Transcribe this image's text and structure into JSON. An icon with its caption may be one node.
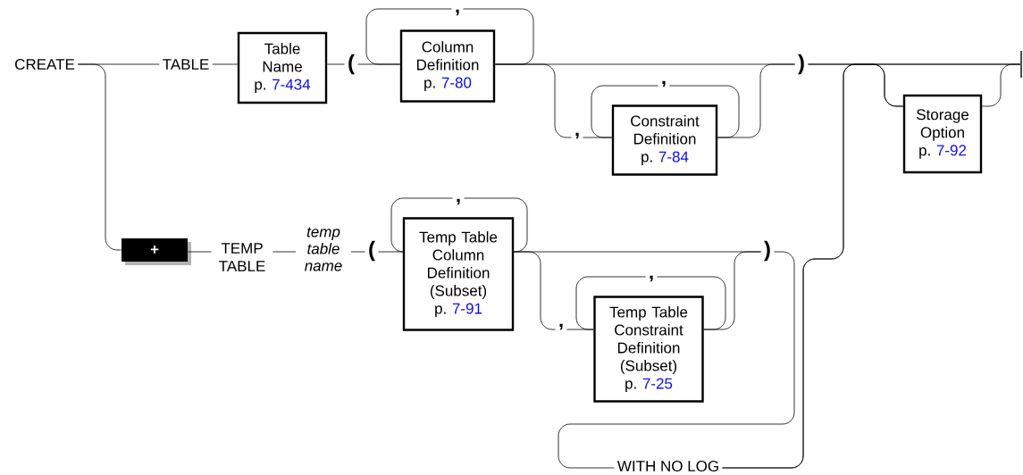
{
  "diagram": {
    "nodes": [
      {
        "text": [
          "CREATE"
        ]
      },
      {
        "text": [
          "TABLE"
        ]
      },
      {
        "text": [
          "Table Name",
          "p.",
          "7-434"
        ]
      },
      {
        "text": [
          "("
        ]
      },
      {
        "text": [
          "Column Definition",
          "p.",
          "7-80"
        ]
      },
      {
        "text": [
          ","
        ]
      },
      {
        "text": [
          ","
        ]
      },
      {
        "text": [
          ","
        ]
      },
      {
        "text": [
          "Constraint Definition",
          "p.",
          "7-84"
        ]
      },
      {
        "text": [
          ")"
        ]
      },
      {
        "text": [
          "Storage Option",
          "p.",
          "7-92"
        ]
      },
      {
        "text": [],
        "shape": "bar"
      },
      {
        "text": [
          "+"
        ]
      },
      {
        "text": [
          "TEMP TABLE"
        ]
      },
      {
        "text": [
          "temp table name"
        ]
      },
      {
        "text": [
          "("
        ]
      },
      {
        "text": [
          ","
        ]
      },
      {
        "text": [
          "Temp Table Column Definition (Subset)",
          "p.",
          "7-91"
        ]
      },
      {
        "text": [
          ","
        ]
      },
      {
        "text": [
          ","
        ]
      },
      {
        "text": [
          "Temp Table Constraint Definition (Subset)",
          "p.",
          "7-25"
        ]
      },
      {
        "text": [
          ")"
        ]
      },
      {
        "text": [
          "WITH NO LOG"
        ]
      }
    ],
    "edges": [
      {
        "from": 0,
        "to": 1,
        "arrow": "none"
      },
      {
        "from": 0,
        "to": 12,
        "arrow": "none"
      },
      {
        "from": 1,
        "to": 2,
        "arrow": "none"
      },
      {
        "from": 2,
        "to": 3,
        "arrow": "none"
      },
      {
        "from": 3,
        "to": 4,
        "arrow": "none"
      },
      {
        "from": 4,
        "to": 5,
        "arrow": "none"
      },
      {
        "from": 5,
        "to": 4,
        "arrow": "none"
      },
      {
        "from": 4,
        "to": 9,
        "arrow": "none"
      },
      {
        "from": 4,
        "to": 6,
        "arrow": "none"
      },
      {
        "from": 6,
        "to": 8,
        "arrow": "none"
      },
      {
        "from": 8,
        "to": 7,
        "arrow": "none"
      },
      {
        "from": 7,
        "to": 8,
        "arrow": "none"
      },
      {
        "from": 8,
        "to": 9,
        "arrow": "none"
      },
      {
        "from": 9,
        "to": 10,
        "arrow": "none"
      },
      {
        "from": 10,
        "to": 11,
        "arrow": "none"
      },
      {
        "from": 9,
        "to": 11,
        "arrow": "none"
      },
      {
        "from": 12,
        "to": 13,
        "arrow": "none"
      },
      {
        "from": 13,
        "to": 14,
        "arrow": "none"
      },
      {
        "from": 14,
        "to": 15,
        "arrow": "none"
      },
      {
        "from": 15,
        "to": 17,
        "arrow": "none"
      },
      {
        "from": 17,
        "to": 16,
        "arrow": "none"
      },
      {
        "from": 16,
        "to": 17,
        "arrow": "none"
      },
      {
        "from": 17,
        "to": 21,
        "arrow": "none"
      },
      {
        "from": 17,
        "to": 18,
        "arrow": "none"
      },
      {
        "from": 18,
        "to": 20,
        "arrow": "none"
      },
      {
        "from": 20,
        "to": 19,
        "arrow": "none"
      },
      {
        "from": 19,
        "to": 20,
        "arrow": "none"
      },
      {
        "from": 20,
        "to": 21,
        "arrow": "none"
      },
      {
        "from": 21,
        "to": 22,
        "arrow": "none"
      },
      {
        "from": 22,
        "to": 10,
        "arrow": "none"
      },
      {
        "from": 22,
        "to": 11,
        "arrow": "none"
      }
    ]
  }
}
